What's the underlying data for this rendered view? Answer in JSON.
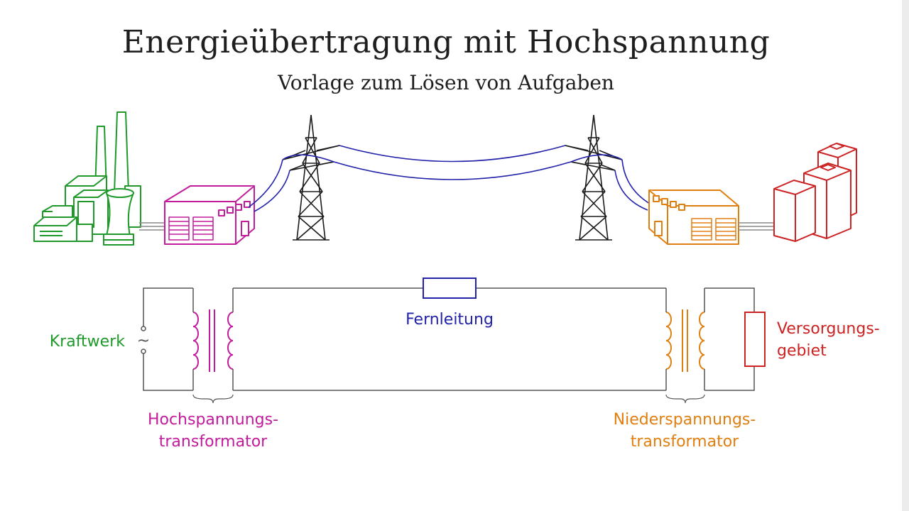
{
  "title": "Energieübertragung mit Hochspannung",
  "subtitle": "Vorlage zum Lösen von Aufgaben",
  "labels": {
    "kraftwerk": "Kraftwerk",
    "fernleitung": "Fernleitung",
    "versorgungsgebiet_1": "Versorgungs-",
    "versorgungsgebiet_2": "gebiet",
    "hochspannungstrafo_1": "Hochspannungs-",
    "hochspannungstrafo_2": "transformator",
    "niederspannungstrafo_1": "Niederspannungs-",
    "niederspannungstrafo_2": "transformator",
    "ac_source_symbol": "~"
  },
  "colors": {
    "kraftwerk": "#1f9a2a",
    "hochspannung": "#c21c9c",
    "fernleitung": "#2222aa",
    "niederspannung": "#e07f10",
    "versorgung": "#cc2222",
    "wire": "#555555",
    "tower": "#1a1a1a"
  }
}
